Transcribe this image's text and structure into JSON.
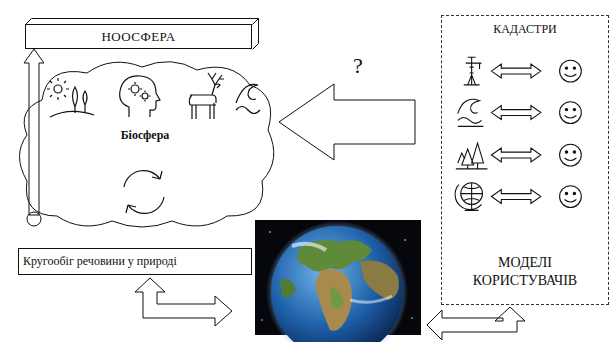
{
  "diagram": {
    "nodes": [
      {
        "text": [
          "НООСФЕРА"
        ]
      },
      {
        "text": [
          "Біосфера"
        ]
      },
      {
        "text": [
          "Кругообіг речовини у природі"
        ]
      },
      {
        "text": [
          "КАДАСТРИ",
          "МОДЕЛІ КОРИСТУВАЧІВ"
        ]
      }
    ],
    "edges": [
      {
        "from": 1,
        "to": 0,
        "arrow": "to"
      },
      {
        "from": 3,
        "to": 1,
        "arrow": "to",
        "label": "?"
      }
    ]
  }
}
